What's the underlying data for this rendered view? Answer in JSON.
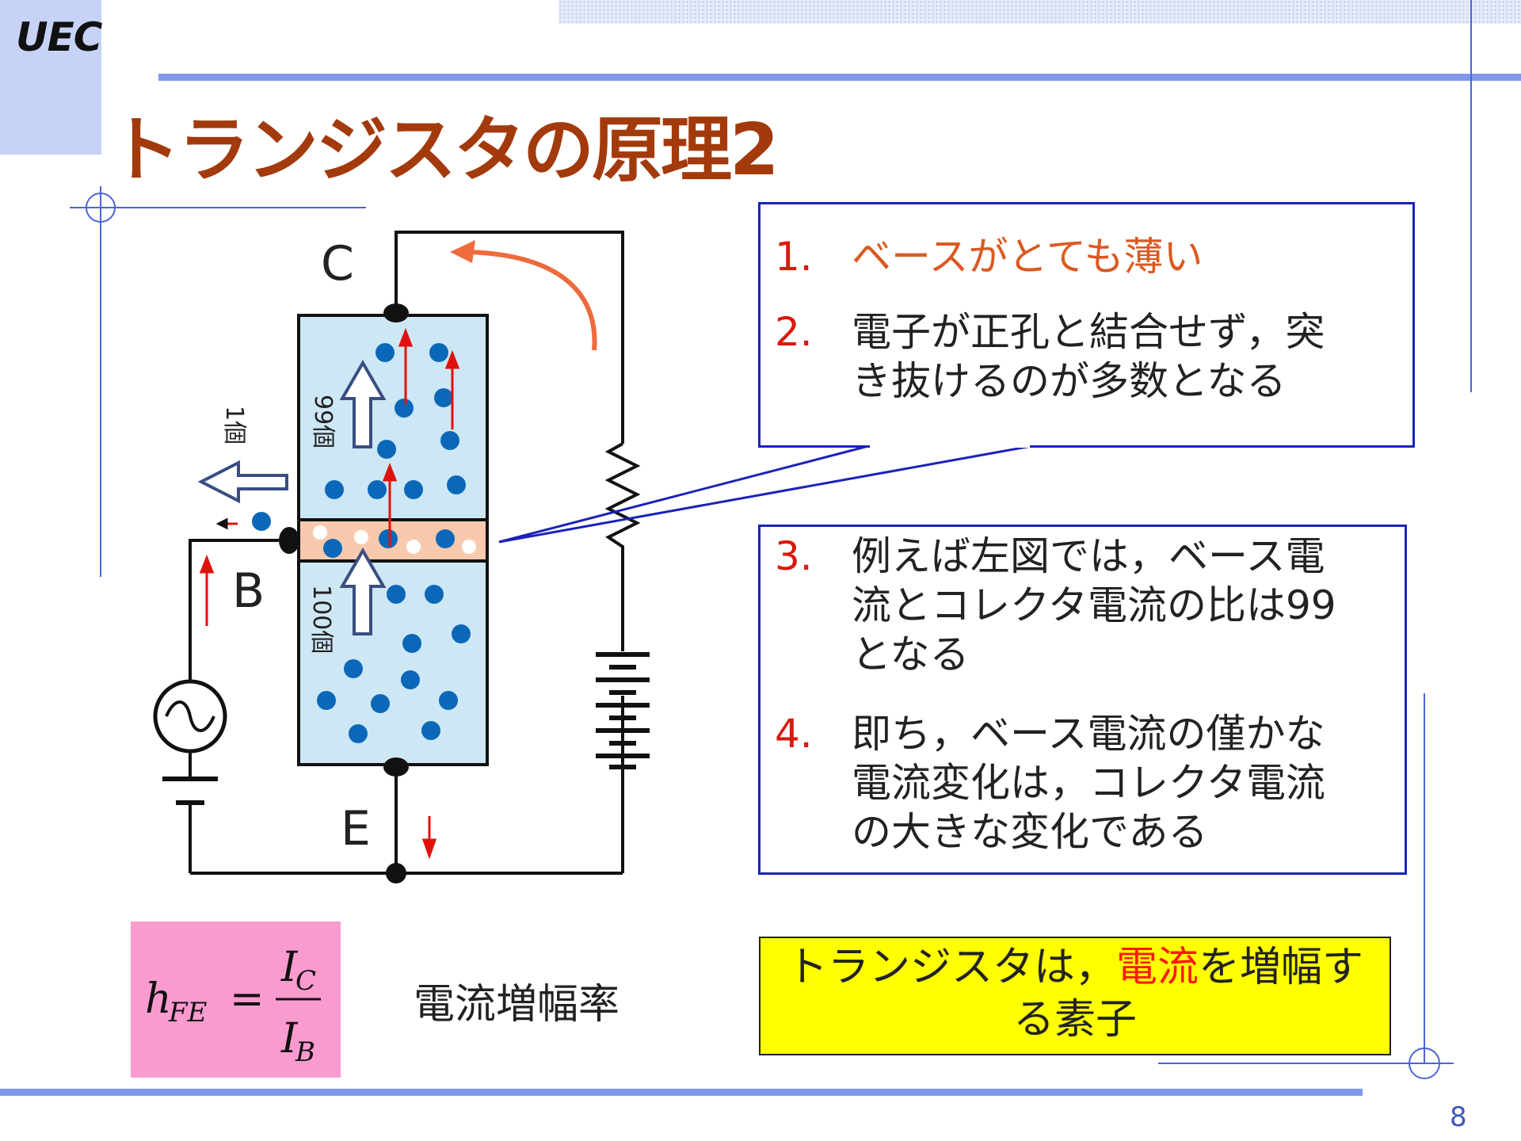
{
  "header": {
    "logo": "UEC",
    "title": "トランジスタの原理2"
  },
  "diagram": {
    "labels": {
      "collector": "C",
      "base": "B",
      "emitter": "E"
    },
    "counts": {
      "base_escape": "1個",
      "to_collector": "99個",
      "from_emitter": "100個"
    }
  },
  "box1": {
    "items": [
      {
        "num": "1.",
        "lines": [
          "ベースがとても薄い"
        ]
      },
      {
        "num": "2.",
        "lines": [
          "電子が正孔と結合せず，突",
          "き抜けるのが多数となる"
        ]
      }
    ]
  },
  "box2": {
    "items": [
      {
        "num": "3.",
        "lines": [
          "例えば左図では，ベース電",
          "流とコレクタ電流の比は99",
          "となる"
        ]
      },
      {
        "num": "4.",
        "lines": [
          "即ち，ベース電流の僅かな",
          "電流変化は，コレクタ電流",
          "の大きな変化である"
        ]
      }
    ]
  },
  "formula": {
    "lhs": "h",
    "lhs_sub": "FE",
    "eq": "=",
    "num": "I",
    "num_sub": "C",
    "den": "I",
    "den_sub": "B",
    "label": "電流増幅率"
  },
  "summary": {
    "before": "トランジスタは，",
    "highlight": "電流",
    "after1": "を増幅す",
    "line2": "る素子"
  },
  "footer": {
    "page": "8"
  },
  "colors": {
    "accent_blue": "#7f98ec",
    "title_brown": "#a33a0c",
    "box_border": "#1b23b8",
    "number_red": "#d71a0c",
    "formula_pink": "#fa9bd0",
    "summary_yellow": "#ffff00"
  }
}
